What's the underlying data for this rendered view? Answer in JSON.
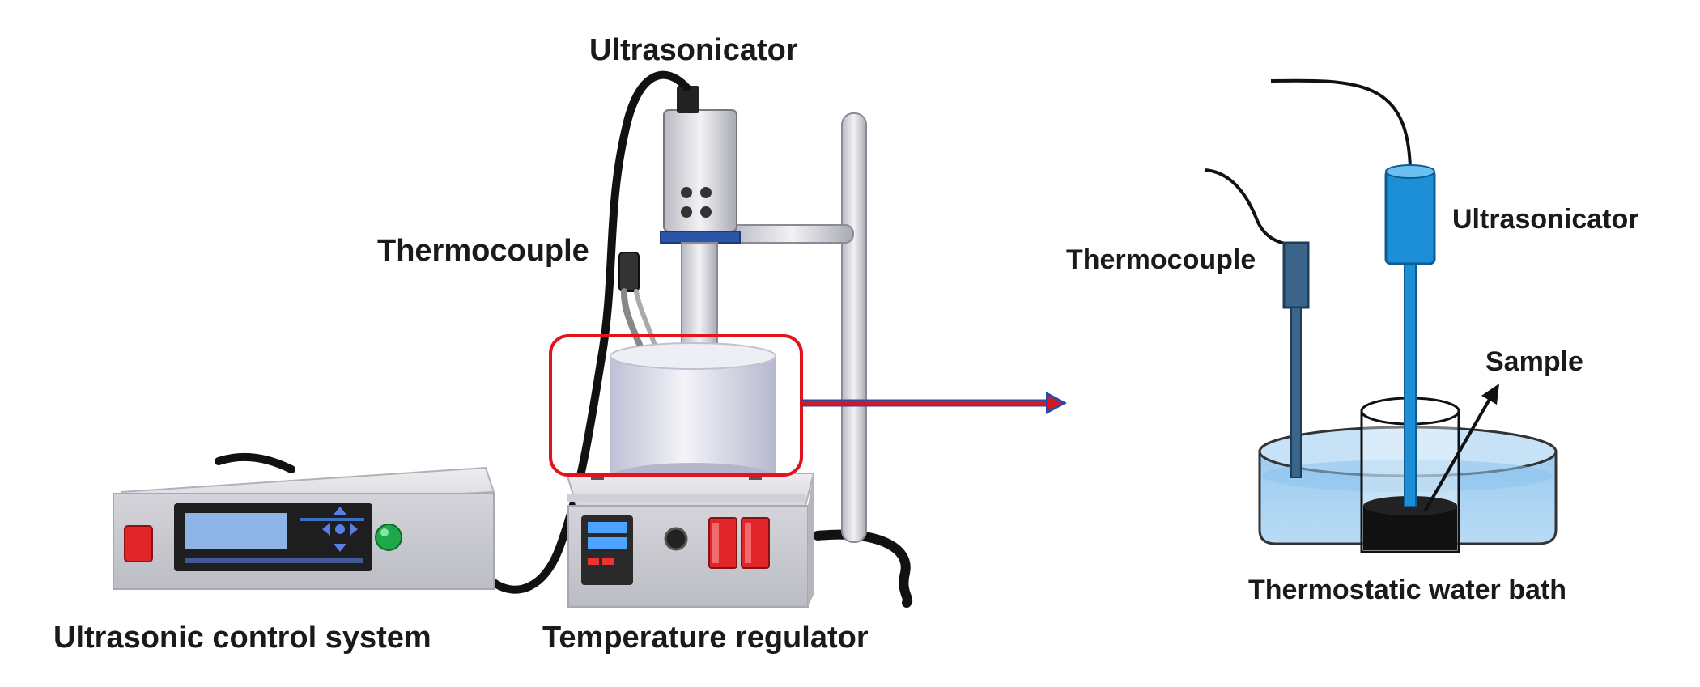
{
  "labels": {
    "ultrasonicator_left": "Ultrasonicator",
    "thermocouple_left": "Thermocouple",
    "ultrasonic_control_system": "Ultrasonic control system",
    "temperature_regulator": "Temperature regulator",
    "thermocouple_right": "Thermocouple",
    "ultrasonicator_right": "Ultrasonicator",
    "sample": "Sample",
    "thermostatic_water_bath": "Thermostatic water bath"
  },
  "colors": {
    "highlight_box": "#e0141c",
    "arrow_red": "#d81820",
    "arrow_blue": "#2a4aa8",
    "probe_blue": "#1d8fd6",
    "thermocouple_steel": "#3a6588",
    "water": "#a9cfee",
    "device_gray": "#d9d9de",
    "display_blue": "#8fb4e6",
    "power_red": "#e0262a",
    "power_green": "#1fa84a"
  },
  "icons": {
    "control_power": "power-switch-icon",
    "control_indicator": "indicator-light-icon",
    "control_keypad": "dpad-keypad-icon",
    "regulator_display": "digital-display-icon",
    "regulator_knob": "knob-icon"
  }
}
